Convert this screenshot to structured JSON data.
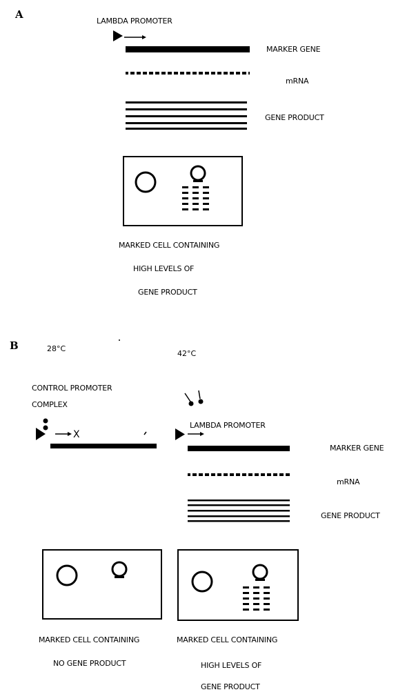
{
  "panel_a": {
    "letter": "A",
    "promoter_label": "LAMBDA PROMOTER",
    "marker_gene_label": "MARKER GENE",
    "mrna_label": "mRNA",
    "gene_product_label": "GENE PRODUCT",
    "caption": [
      "MARKED CELL CONTAINING",
      "HIGH LEVELS OF",
      "GENE PRODUCT"
    ]
  },
  "panel_b": {
    "letter": "B",
    "temp_low": "28°C",
    "temp_high": "42°C",
    "control_label": [
      "CONTROL PROMOTER",
      "COMPLEX"
    ],
    "blocked_mark": "X",
    "promoter_label": "LAMBDA PROMOTER",
    "marker_gene_label": "MARKER GENE",
    "mrna_label": "mRNA",
    "gene_product_label": "GENE PRODUCT",
    "caption_left": [
      "MARKED CELL CONTAINING",
      "NO GENE PRODUCT"
    ],
    "caption_right": [
      "MARKED CELL CONTAINING",
      "HIGH LEVELS OF",
      "GENE PRODUCT"
    ]
  }
}
